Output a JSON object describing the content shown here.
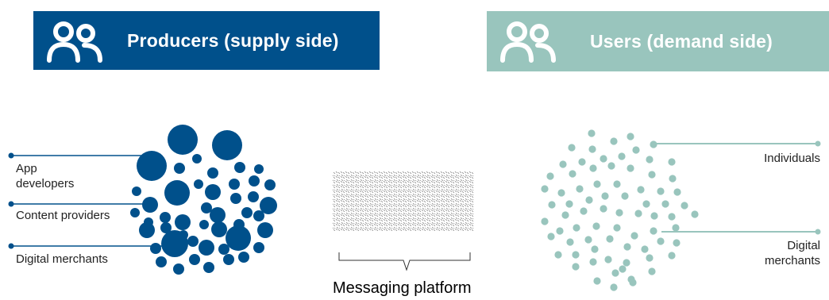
{
  "colors": {
    "supply": "#00508b",
    "demand": "#99c5bd",
    "texture": "#888888"
  },
  "producers": {
    "title": "Producers (supply side)",
    "icon": "users-icon",
    "labels": {
      "app_developers_1": "App",
      "app_developers_2": "developers",
      "content_providers": "Content providers",
      "digital_merchants": "Digital merchants"
    }
  },
  "users": {
    "title": "Users (demand side)",
    "icon": "users-icon",
    "labels": {
      "individuals": "Individuals",
      "digital_merchants_1": "Digital",
      "digital_merchants_2": "merchants"
    }
  },
  "platform": {
    "label": "Messaging platform"
  }
}
